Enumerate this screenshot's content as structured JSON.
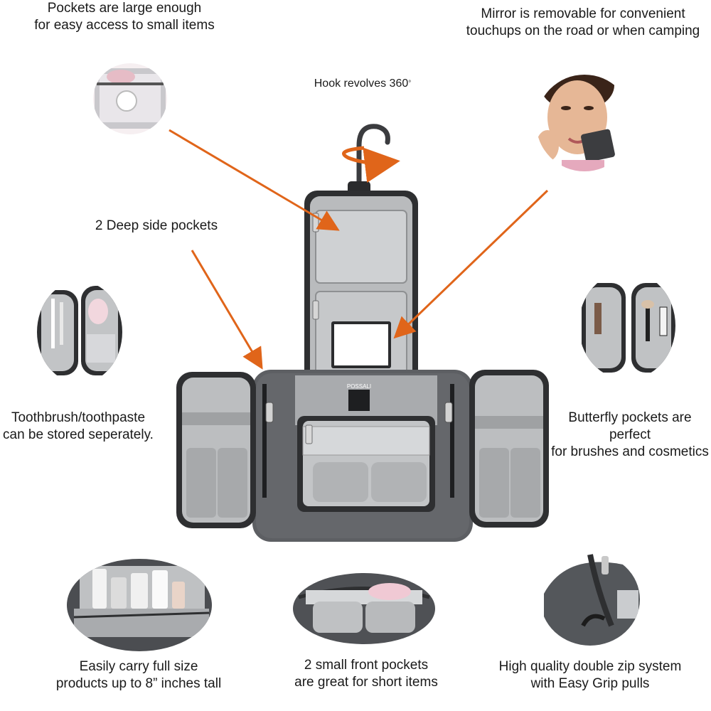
{
  "colors": {
    "arrow": "#e0651a",
    "bag_dark": "#5d5f63",
    "bag_lining": "#b9bbbd",
    "bag_mesh": "#cfd1d3",
    "trim": "#2e2f31",
    "skin": "#e6b796",
    "hair": "#3a2419"
  },
  "captions": {
    "pockets": [
      "Pockets are large enough",
      "for easy access to small items"
    ],
    "mirror": [
      "Mirror is removable for convenient",
      "touchups on the road or when camping"
    ],
    "hook": "Hook revolves  360",
    "hook_degree": "°",
    "side_pockets": "2 Deep side pockets",
    "toothbrush": [
      "Toothbrush/toothpaste",
      "can be stored seperately."
    ],
    "butterfly": [
      "Butterfly pockets are",
      "perfect",
      "for brushes and cosmetics"
    ],
    "carry": [
      "Easily carry full size",
      "products up to 8” inches tall"
    ],
    "front_pockets": [
      "2 small front pockets",
      "are great for short  items"
    ],
    "zip": [
      "High quality double zip system",
      "with Easy Grip pulls"
    ]
  },
  "brand_label": "POSSALI",
  "icons": [
    "pocket-detail-photo",
    "woman-mirror-photo",
    "side-pocket-photo",
    "butterfly-pocket-photo",
    "full-size-products-photo",
    "front-pockets-photo",
    "double-zip-photo",
    "toiletry-bag-photo",
    "hook-icon",
    "rotation-arrow-icon"
  ]
}
